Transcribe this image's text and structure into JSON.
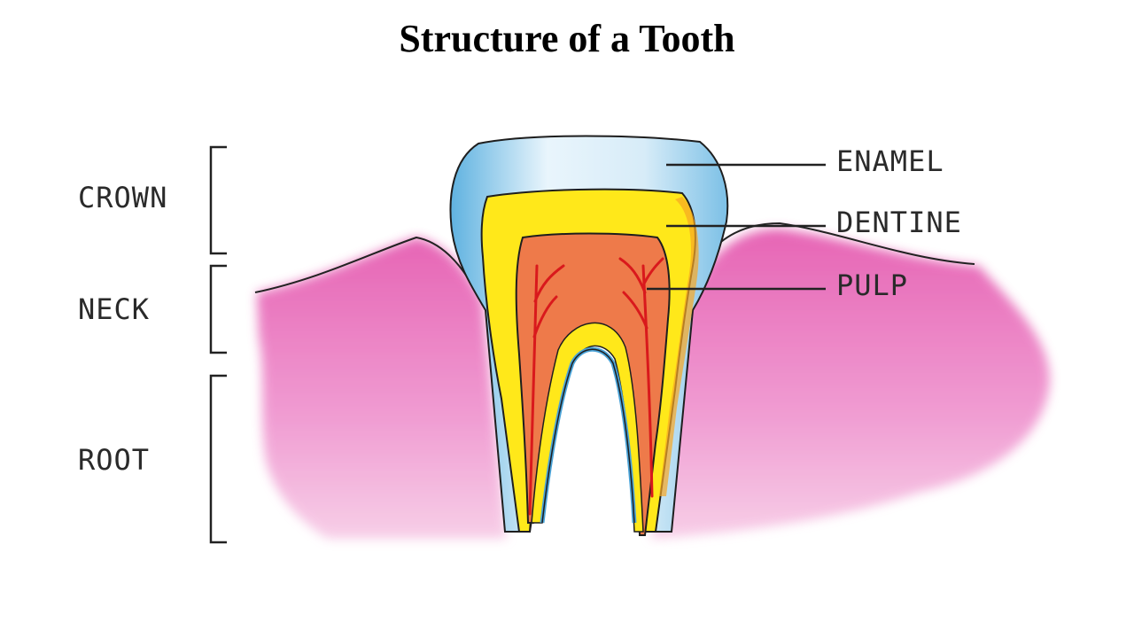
{
  "title": "Structure of a Tooth",
  "regions": {
    "crown": "CROWN",
    "neck": "NECK",
    "root": "ROOT"
  },
  "parts": {
    "enamel": "ENAMEL",
    "dentine": "DENTINE",
    "pulp": "PULP"
  },
  "colors": {
    "enamel": "#bfe0f2",
    "enamel_edge": "#4aa3d8",
    "dentine": "#ffe81a",
    "dentine_edge": "#f6a623",
    "pulp": "#ee7a4a",
    "vessels": "#d9191c",
    "gum": "#ee8ccb",
    "gum_deep": "#e55fb0"
  }
}
